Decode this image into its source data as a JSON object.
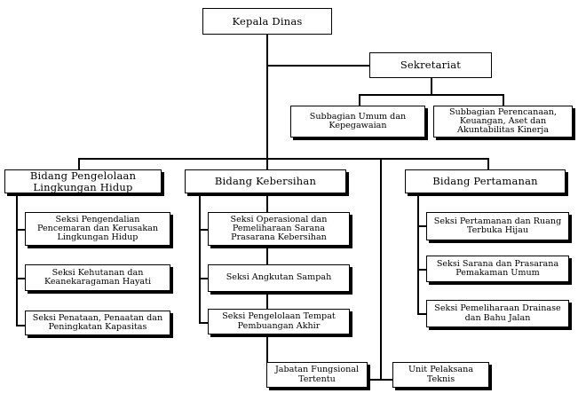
{
  "head": "Kepala Dinas",
  "secretariat": {
    "title": "Sekretariat",
    "subunits": [
      "Subbagian Umum dan\nKepegawaian",
      "Subbagian Perencanaan,\nKeuangan, Aset dan\nAkuntabilitas Kinerja"
    ]
  },
  "divisions": [
    {
      "title": "Bidang Pengelolaan\nLingkungan Hidup",
      "sections": [
        "Seksi Pengendalian\nPencemaran dan Kerusakan\nLingkungan Hidup",
        "Seksi Kehutanan dan\nKeanekaragaman Hayati",
        "Seksi Penataan, Penaatan dan\nPeningkatan Kapasitas"
      ]
    },
    {
      "title": "Bidang Kebersihan",
      "sections": [
        "Seksi Operasional dan\nPemeliharaan Sarana\nPrasarana Kebersihan",
        "Seksi Angkutan Sampah",
        "Seksi Pengelolaan Tempat\nPembuangan Akhir"
      ]
    },
    {
      "title": "Bidang Pertamanan",
      "sections": [
        "Seksi Pertamanan dan Ruang\nTerbuka Hijau",
        "Seksi Sarana dan Prasarana\nPemakaman Umum",
        "Seksi Pemeliharaan Drainase\ndan Bahu Jalan"
      ]
    }
  ],
  "functional": "Jabatan Fungsional\nTertentu",
  "technical_unit": "Unit Pelaksana\nTeknis"
}
